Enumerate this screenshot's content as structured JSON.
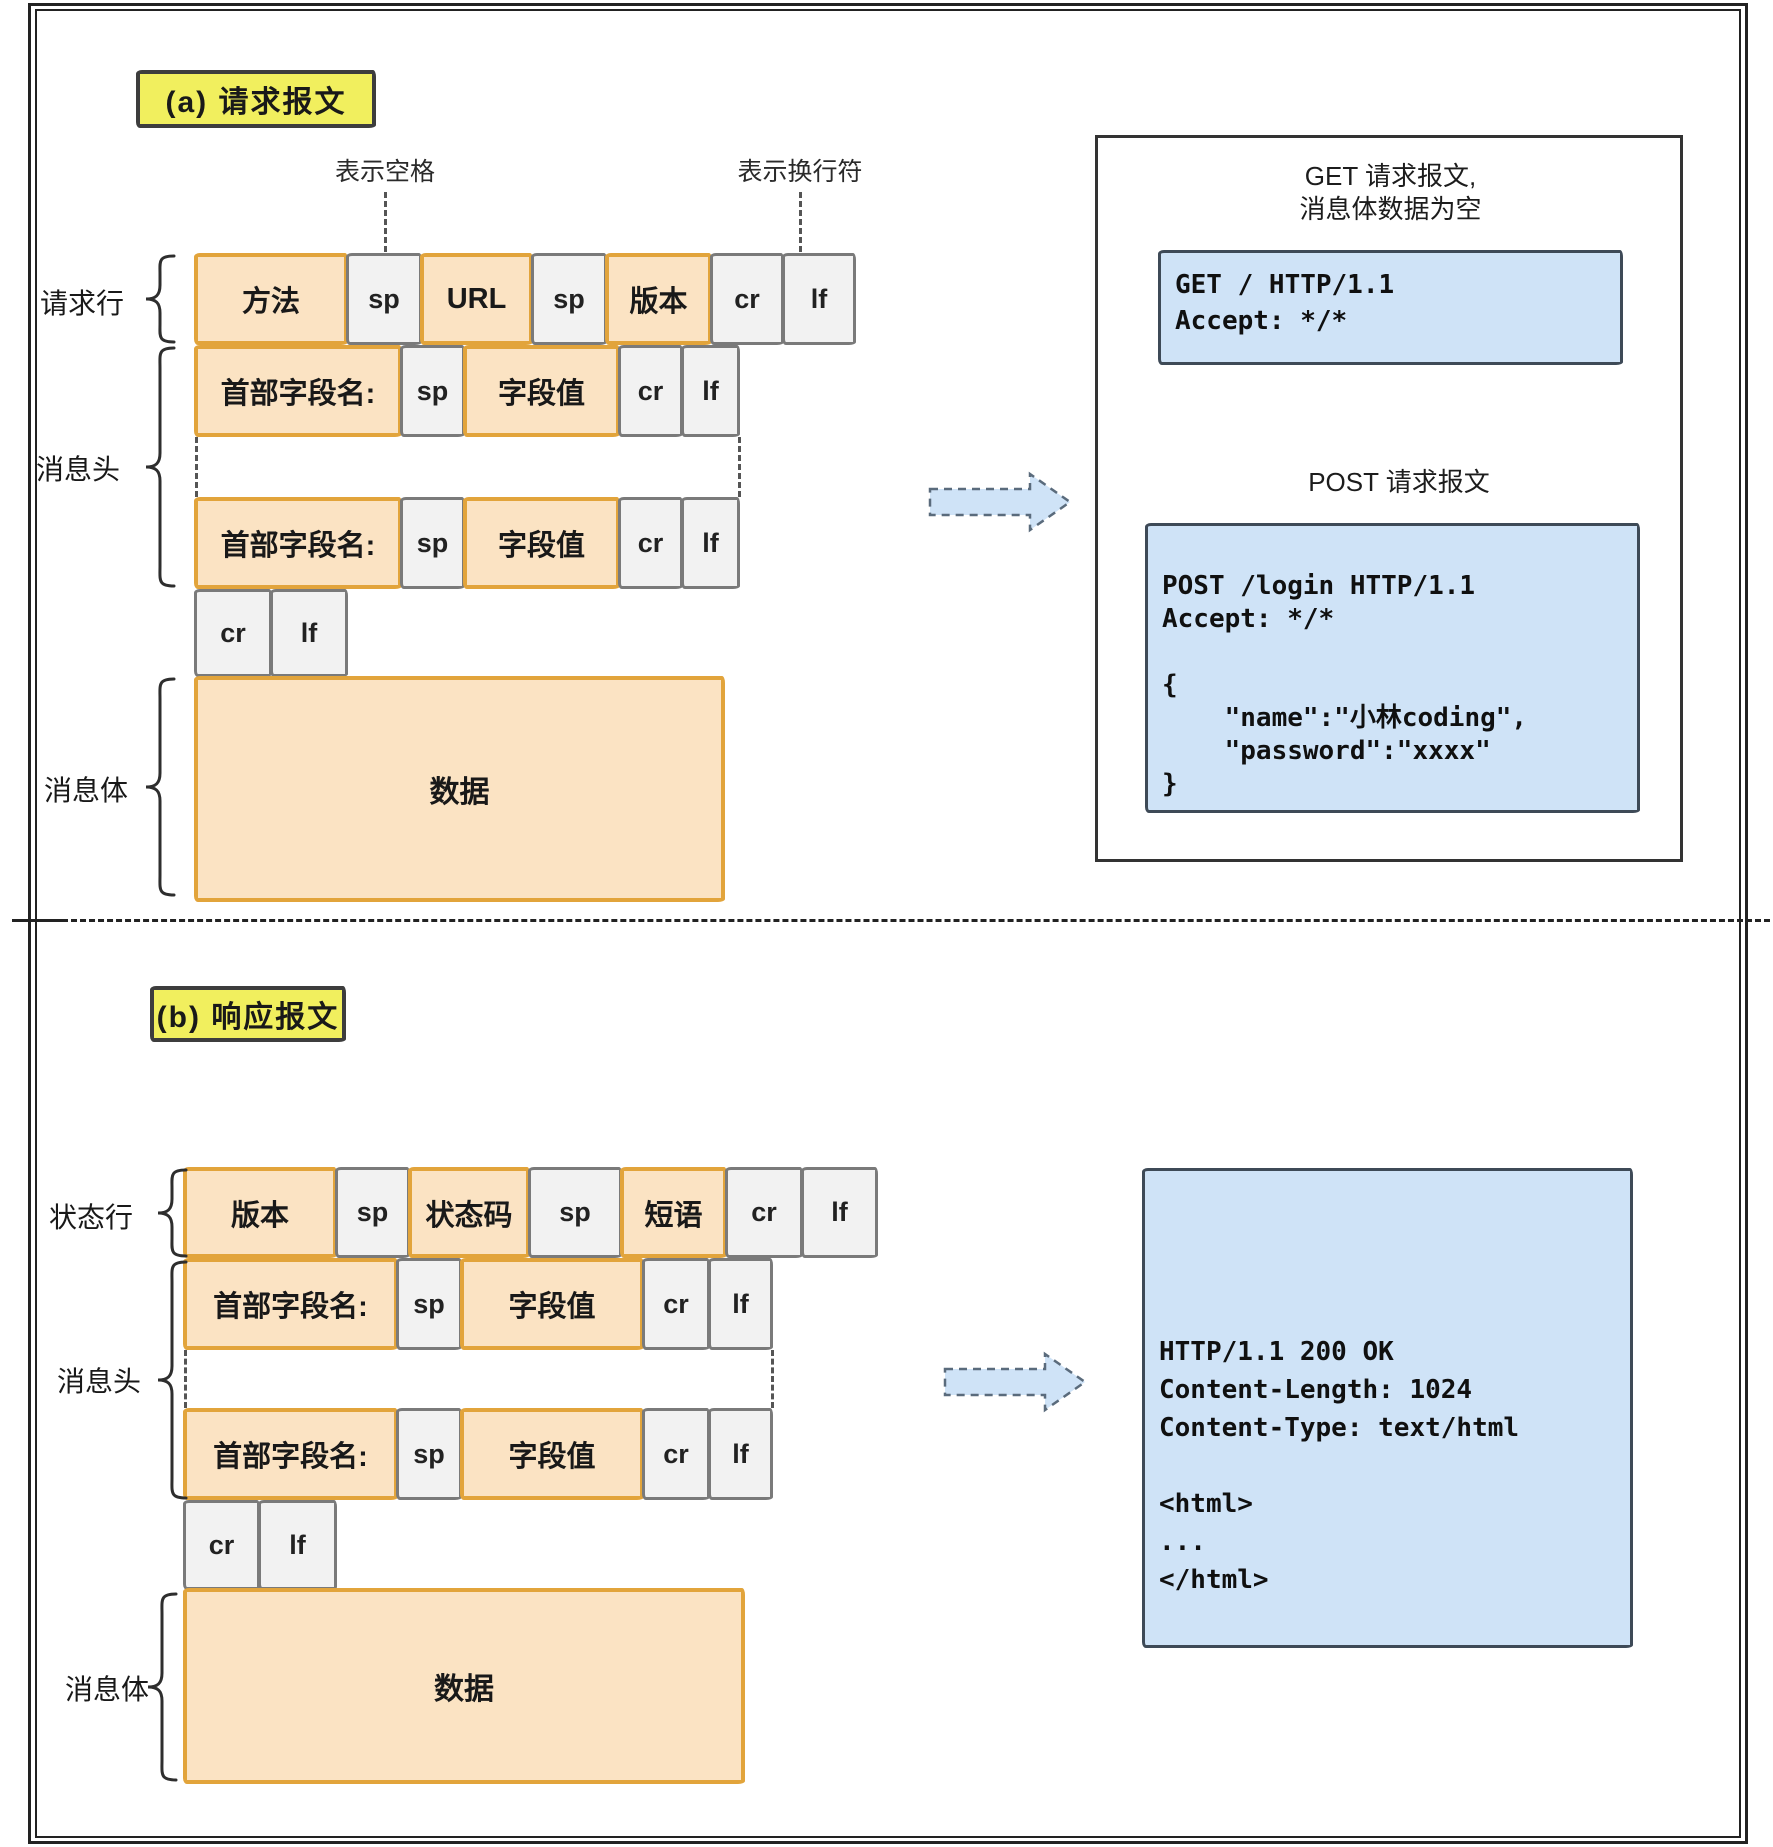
{
  "colors": {
    "yellow_fill": "#f1ef5e",
    "orange_border": "#e2a43b",
    "orange_fill": "#fbe3c3",
    "gray_fill": "#f2f2f2",
    "gray_border": "#7a7a7a",
    "blue_fill": "#cfe3f7",
    "blue_border": "#3e4a57"
  },
  "section_a": {
    "badge": "(a) 请求报文",
    "hints": {
      "space": "表示空格",
      "newline": "表示换行符"
    },
    "braces": {
      "request_line": "请求行",
      "headers": "消息头",
      "body": "消息体"
    },
    "request_row": [
      "方法",
      "sp",
      "URL",
      "sp",
      "版本",
      "cr",
      "lf"
    ],
    "header_row": [
      "首部字段名:",
      "sp",
      "字段值",
      "cr",
      "lf"
    ],
    "crlf_row": [
      "cr",
      "lf"
    ],
    "body_box": "数据",
    "right_panel": {
      "get_title": "GET 请求报文,\n消息体数据为空",
      "get_code": "GET / HTTP/1.1\nAccept: */*",
      "post_title": "POST 请求报文",
      "post_code": "POST /login HTTP/1.1\nAccept: */*\n\n{\n    \"name\":\"小林coding\",\n    \"password\":\"xxxx\"\n}"
    }
  },
  "section_b": {
    "badge": "(b) 响应报文",
    "braces": {
      "status_line": "状态行",
      "headers": "消息头",
      "body": "消息体"
    },
    "status_row": [
      "版本",
      "sp",
      "状态码",
      "sp",
      "短语",
      "cr",
      "lf"
    ],
    "header_row": [
      "首部字段名:",
      "sp",
      "字段值",
      "cr",
      "lf"
    ],
    "crlf_row": [
      "cr",
      "lf"
    ],
    "body_box": "数据",
    "right_panel": {
      "response_code": "HTTP/1.1 200 OK\nContent-Length: 1024\nContent-Type: text/html\n\n<html>\n...\n</html>"
    }
  }
}
